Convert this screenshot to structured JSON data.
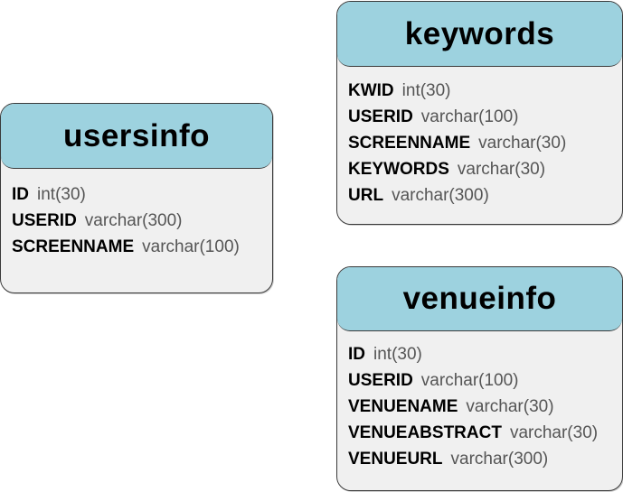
{
  "tables": [
    {
      "title": "usersinfo",
      "fields": [
        {
          "name": "ID",
          "type": "int(30)"
        },
        {
          "name": "USERID",
          "type": "varchar(300)"
        },
        {
          "name": "SCREENNAME",
          "type": "varchar(100)"
        }
      ]
    },
    {
      "title": "keywords",
      "fields": [
        {
          "name": "KWID",
          "type": "int(30)"
        },
        {
          "name": "USERID",
          "type": "varchar(100)"
        },
        {
          "name": "SCREENNAME",
          "type": "varchar(30)"
        },
        {
          "name": "KEYWORDS",
          "type": "varchar(30)"
        },
        {
          "name": "URL",
          "type": "varchar(300)"
        }
      ]
    },
    {
      "title": "venueinfo",
      "fields": [
        {
          "name": "ID",
          "type": "int(30)"
        },
        {
          "name": "USERID",
          "type": "varchar(100)"
        },
        {
          "name": "VENUENAME",
          "type": "varchar(30)"
        },
        {
          "name": "VENUEABSTRACT",
          "type": "varchar(30)"
        },
        {
          "name": "VENUEURL",
          "type": "varchar(300)"
        }
      ]
    }
  ],
  "colors": {
    "header_fill": "#9dd2df",
    "body_fill": "#f0f0f0",
    "border": "#3a3a3a",
    "field_name": "#000000",
    "field_type": "#555555"
  }
}
